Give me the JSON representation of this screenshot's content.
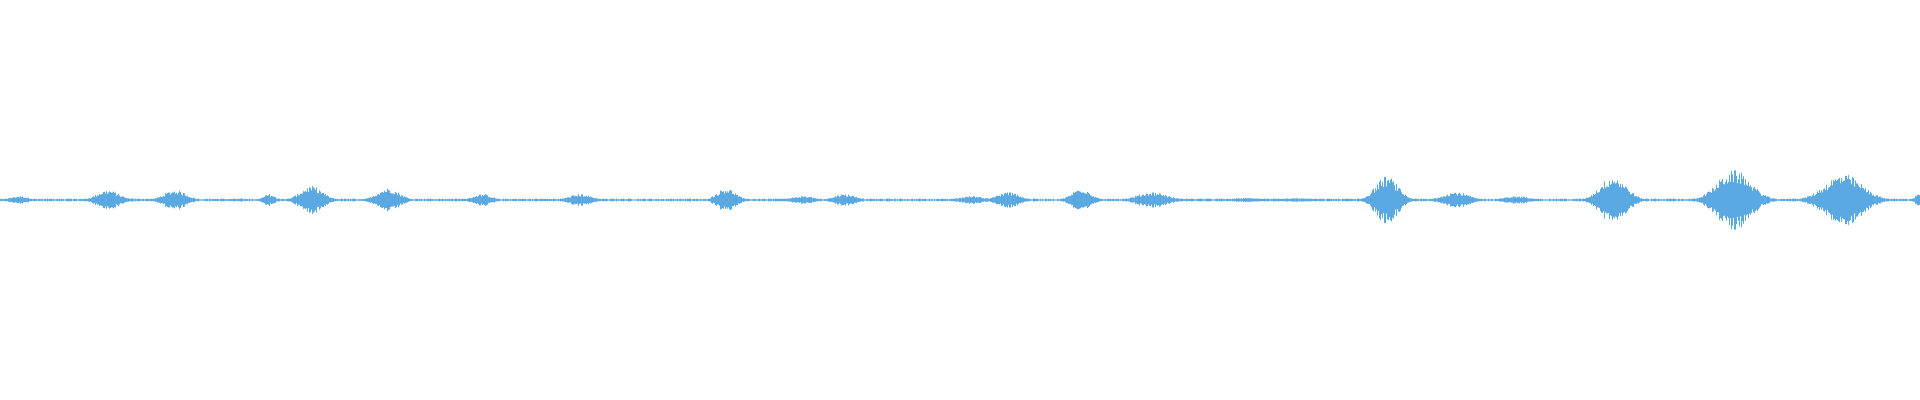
{
  "waveform": {
    "color": "#5aa9e3",
    "background": "#ffffff",
    "bursts": [
      {
        "center": 0.01,
        "amplitude": 0.02,
        "width": 0.01
      },
      {
        "center": 0.056,
        "amplitude": 0.05,
        "width": 0.012
      },
      {
        "center": 0.091,
        "amplitude": 0.05,
        "width": 0.012
      },
      {
        "center": 0.14,
        "amplitude": 0.03,
        "width": 0.006
      },
      {
        "center": 0.162,
        "amplitude": 0.07,
        "width": 0.012
      },
      {
        "center": 0.202,
        "amplitude": 0.06,
        "width": 0.012
      },
      {
        "center": 0.251,
        "amplitude": 0.03,
        "width": 0.01
      },
      {
        "center": 0.302,
        "amplitude": 0.03,
        "width": 0.012
      },
      {
        "center": 0.378,
        "amplitude": 0.06,
        "width": 0.01
      },
      {
        "center": 0.418,
        "amplitude": 0.02,
        "width": 0.012
      },
      {
        "center": 0.44,
        "amplitude": 0.03,
        "width": 0.012
      },
      {
        "center": 0.506,
        "amplitude": 0.02,
        "width": 0.014
      },
      {
        "center": 0.525,
        "amplitude": 0.04,
        "width": 0.012
      },
      {
        "center": 0.563,
        "amplitude": 0.06,
        "width": 0.01
      },
      {
        "center": 0.6,
        "amplitude": 0.04,
        "width": 0.016
      },
      {
        "center": 0.65,
        "amplitude": 0.01,
        "width": 0.02
      },
      {
        "center": 0.675,
        "amplitude": 0.01,
        "width": 0.02
      },
      {
        "center": 0.722,
        "amplitude": 0.12,
        "width": 0.012
      },
      {
        "center": 0.758,
        "amplitude": 0.04,
        "width": 0.014
      },
      {
        "center": 0.79,
        "amplitude": 0.02,
        "width": 0.014
      },
      {
        "center": 0.84,
        "amplitude": 0.12,
        "width": 0.014
      },
      {
        "center": 0.903,
        "amplitude": 0.15,
        "width": 0.018
      },
      {
        "center": 0.96,
        "amplitude": 0.13,
        "width": 0.02
      },
      {
        "center": 0.999,
        "amplitude": 0.03,
        "width": 0.004
      }
    ],
    "noise_floor": 0.005
  }
}
